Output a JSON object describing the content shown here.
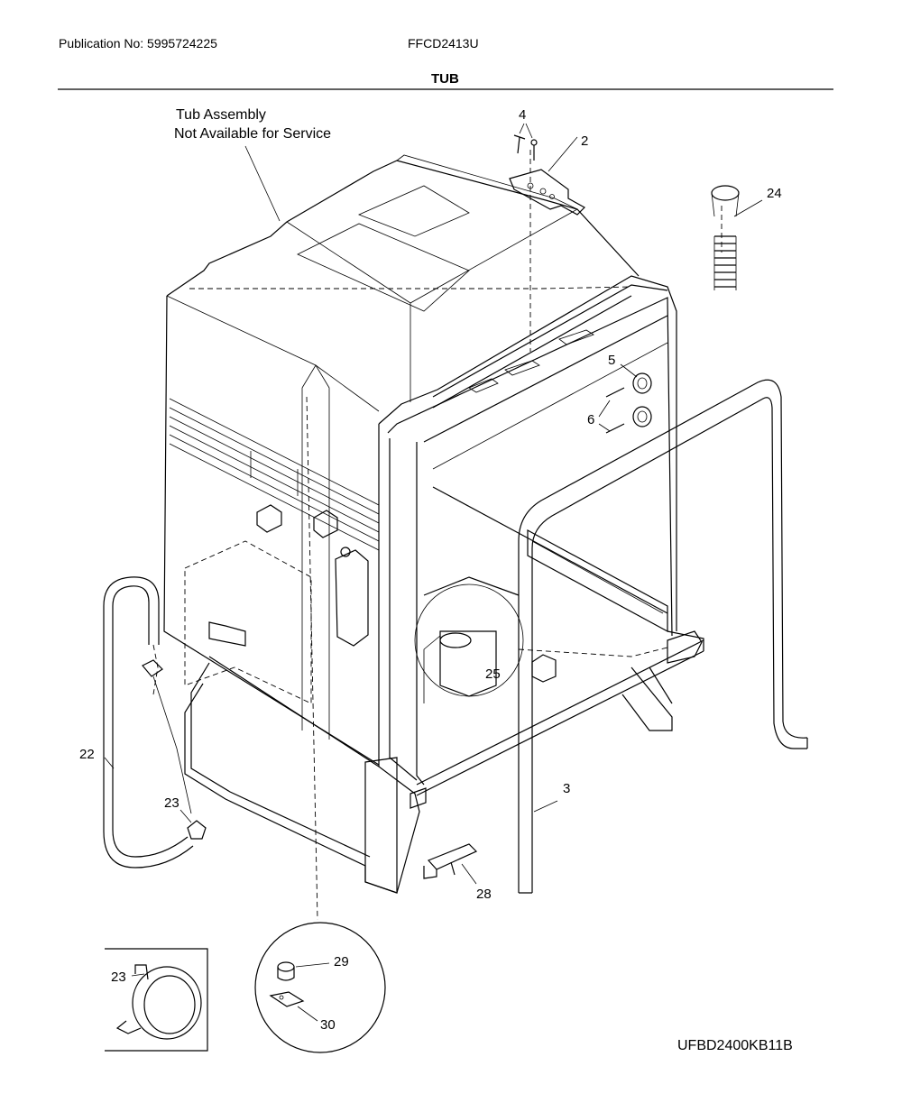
{
  "header": {
    "publication": "Publication No: 5995724225",
    "model": "FFCD2413U",
    "title": "TUB"
  },
  "notes": {
    "tub_line1": "Tub Assembly",
    "tub_line2": "Not Available for Service"
  },
  "callouts": {
    "c2": "2",
    "c3": "3",
    "c4": "4",
    "c5": "5",
    "c6": "6",
    "c22": "22",
    "c23": "23",
    "c23b": "23",
    "c24": "24",
    "c25": "25",
    "c28": "28",
    "c29": "29",
    "c30": "30"
  },
  "footer": {
    "diagram_code": "UFBD2400KB11B"
  }
}
